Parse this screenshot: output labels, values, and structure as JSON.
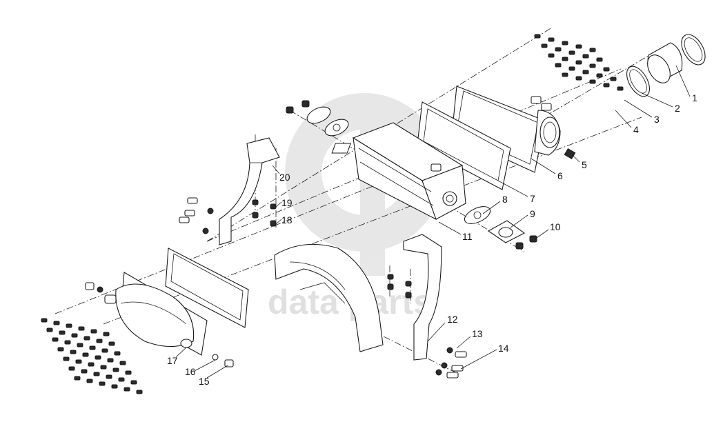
{
  "watermark": {
    "text": "data parts",
    "color": "#c8c8c8"
  },
  "callouts": [
    {
      "id": "1",
      "label": "1"
    },
    {
      "id": "2",
      "label": "2"
    },
    {
      "id": "3",
      "label": "3"
    },
    {
      "id": "4",
      "label": "4"
    },
    {
      "id": "5",
      "label": "5"
    },
    {
      "id": "6",
      "label": "6"
    },
    {
      "id": "7",
      "label": "7"
    },
    {
      "id": "8",
      "label": "8"
    },
    {
      "id": "9",
      "label": "9"
    },
    {
      "id": "10",
      "label": "10"
    },
    {
      "id": "11",
      "label": "11"
    },
    {
      "id": "12",
      "label": "12"
    },
    {
      "id": "13",
      "label": "13"
    },
    {
      "id": "14",
      "label": "14"
    },
    {
      "id": "15",
      "label": "15"
    },
    {
      "id": "16",
      "label": "16"
    },
    {
      "id": "17",
      "label": "17"
    },
    {
      "id": "18",
      "label": "18"
    },
    {
      "id": "19",
      "label": "19"
    },
    {
      "id": "20",
      "label": "20"
    }
  ]
}
